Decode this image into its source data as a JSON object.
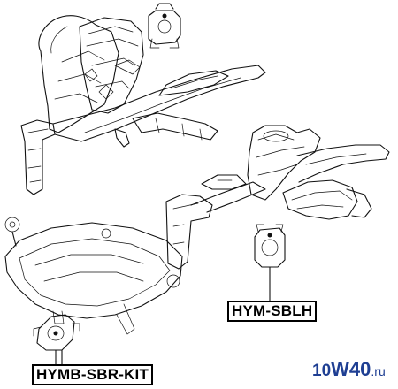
{
  "labels": {
    "right_mount": "HYM-SBLH",
    "left_kit": "HYMB-SBR-KIT"
  },
  "watermark": {
    "part1": "10",
    "part2": "W40",
    "part3": ".ru"
  }
}
